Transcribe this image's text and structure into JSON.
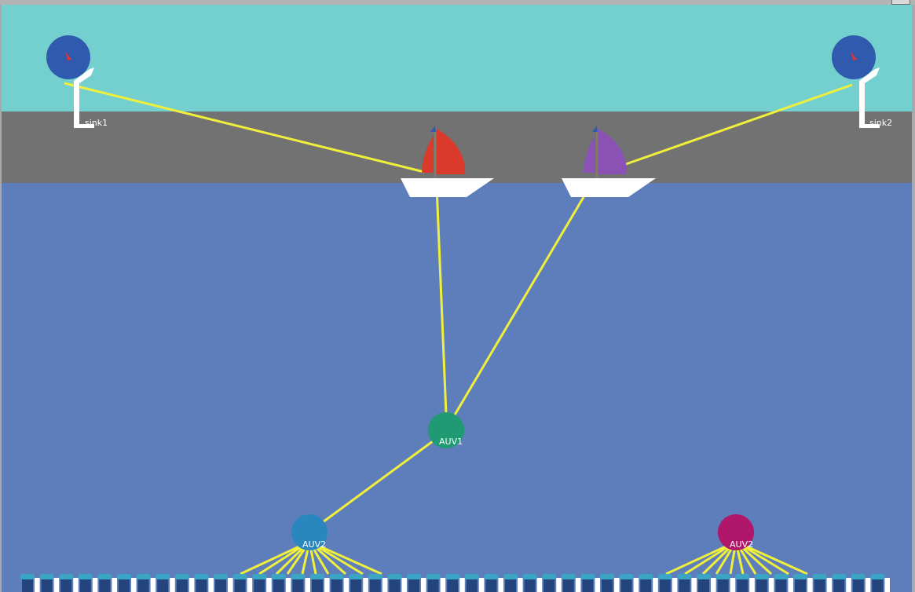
{
  "colors": {
    "sky": "#74d0cf",
    "shore": "#727272",
    "water": "#5e7ebb",
    "link": "#f0ef3c",
    "buoy": "#2f5aae",
    "buoy_needle": "#e03333",
    "boat1_sail": "#d93a2b",
    "boat2_sail": "#8a52b5",
    "hull": "#ffffff",
    "auv1": "#1f9a72",
    "auv2": "#2a86bf",
    "auv3": "#b0166a",
    "sensor_top": "#3aa6c4",
    "sensor_body": "#24447e"
  },
  "nodes": {
    "sink1": {
      "label": "sink1"
    },
    "sink2": {
      "label": "sink2"
    },
    "auv1": {
      "label": "AUV1"
    },
    "auv2": {
      "label": "AUV2"
    },
    "auv3": {
      "label": "AUV2"
    }
  },
  "sensors": {
    "count": 45
  }
}
